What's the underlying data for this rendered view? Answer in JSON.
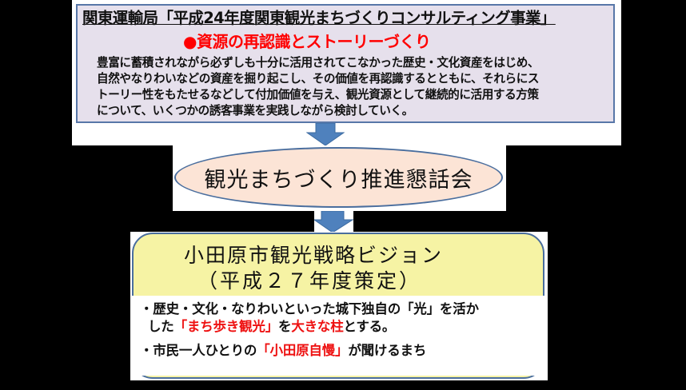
{
  "top_section": {
    "title": "関東運輸局「平成24年度関東観光まちづくりコンサルティング事業」",
    "subtitle": "●資源の再認識とストーリーづくり",
    "body_lines": [
      "豊富に蓄積されながら必ずしも十分に活用されてこなかった歴史・文化資産をはじめ、",
      "自然やなりわいなどの資産を掘り起こし、その価値を再認識するとともに、それらにス",
      "トーリー性をもたせるなどして付加価値を与え、観光資源として継続的に活用する方策",
      "について、いくつかの誘客事業を実践しながら検討していく。"
    ]
  },
  "middle_section": {
    "label": "観光まちづくり推進懇話会"
  },
  "bottom_section": {
    "title": "小田原市観光戦略ビジョン",
    "subtitle": "（平成２７年度策定）",
    "point1": {
      "line1": "・歴史・文化・なりわいといった城下独自の「光」を活か",
      "line2_pre": "した",
      "line2_red1": "「まち歩き観光」",
      "line2_mid": "を",
      "line2_red2": "大きな柱",
      "line2_post": "とする。"
    },
    "point2": {
      "pre": "・市民一人ひとりの",
      "red": "「小田原自慢」",
      "post": "が聞けるまち"
    }
  },
  "icons": {
    "arrow": "down-arrow-icon"
  },
  "colors": {
    "background": "#000000",
    "top_box_fill": "#E6E0EC",
    "border_blue": "#4A6E9E",
    "arrow_blue": "#4F81BD",
    "ellipse_fill": "#FCE4D6",
    "vision_fill": "#F6F3A4",
    "highlight_red": "#EE1111"
  }
}
